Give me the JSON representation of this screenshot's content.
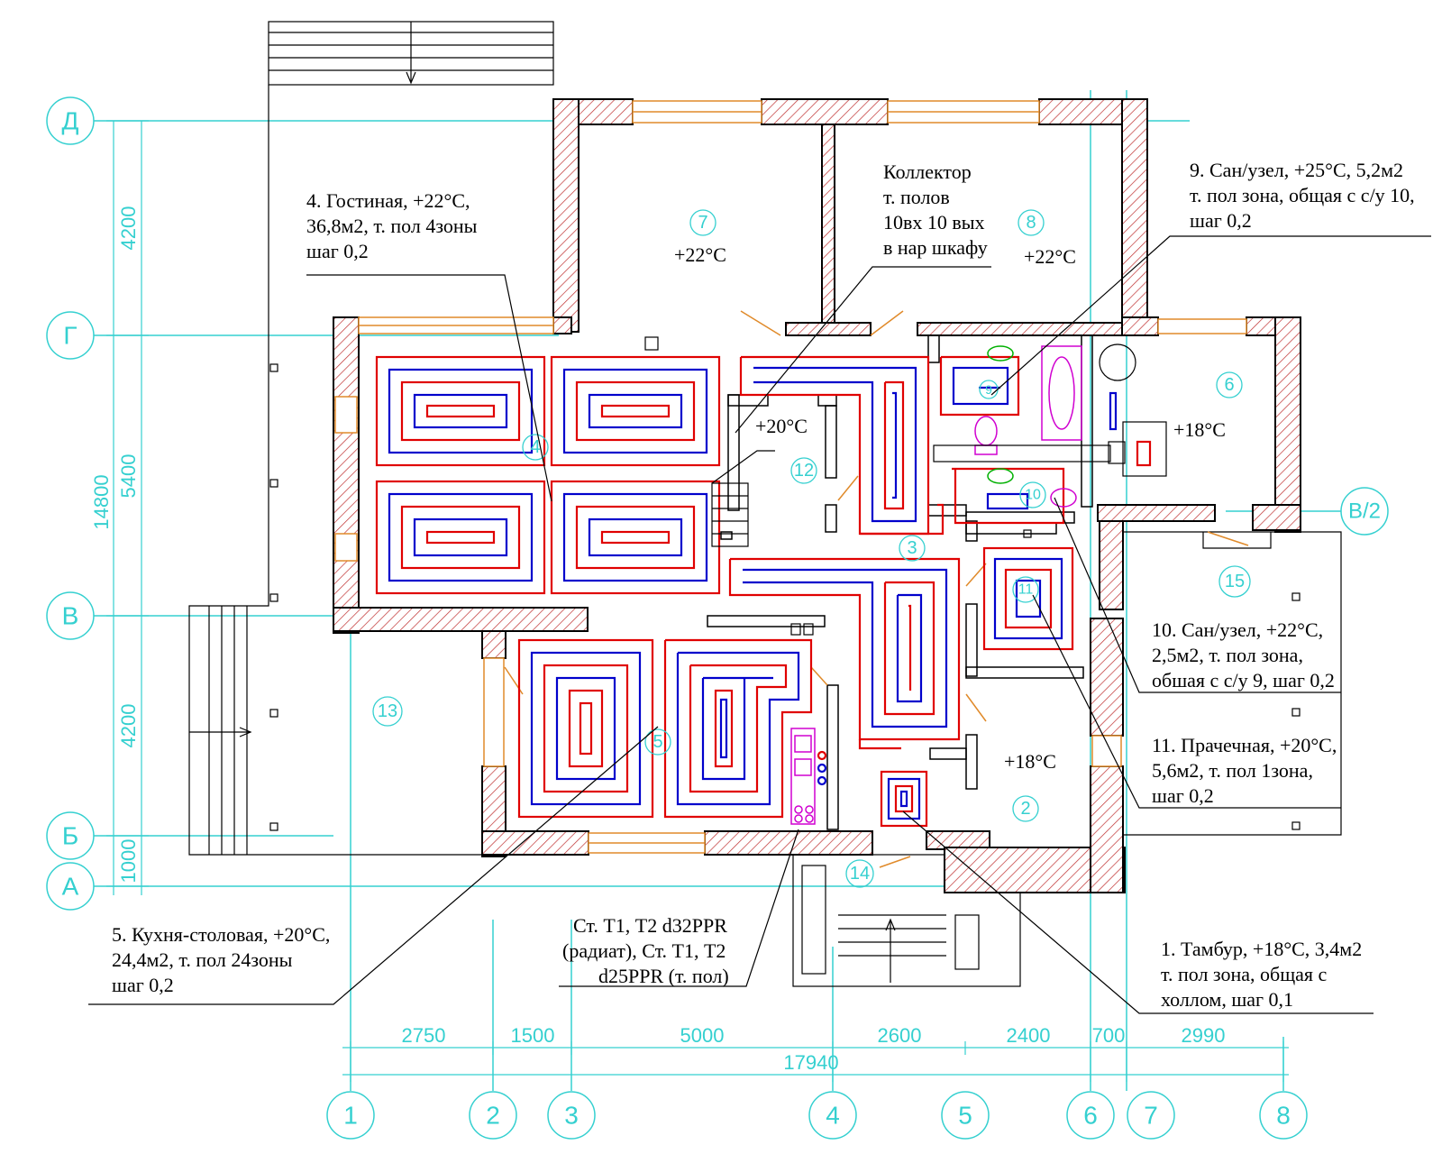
{
  "axes_rows": [
    "Д",
    "Г",
    "В",
    "Б",
    "А",
    "В/2"
  ],
  "axes_cols": [
    "1",
    "2",
    "3",
    "4",
    "5",
    "6",
    "7",
    "8"
  ],
  "dims_left": [
    "4200",
    "5400",
    "4200",
    "1000",
    "14800"
  ],
  "dims_bottom": [
    "2750",
    "1500",
    "5000",
    "2600",
    "2400",
    "700",
    "2990"
  ],
  "dim_total": "17940",
  "rooms": {
    "r7": {
      "num": "7",
      "temp": "+22°C"
    },
    "r8": {
      "num": "8",
      "temp": "+22°C"
    },
    "r6": {
      "num": "6",
      "temp": "+18°C"
    },
    "r12": {
      "num": "12",
      "temp": "+20°C"
    },
    "r2": {
      "num": "2",
      "temp": "+18°C"
    },
    "r3": {
      "num": "3"
    },
    "r4": {
      "num": "4"
    },
    "r5": {
      "num": "5"
    },
    "r9": {
      "num": "9"
    },
    "r10": {
      "num": "10"
    },
    "r11": {
      "num": "11"
    },
    "r13": {
      "num": "13"
    },
    "r14": {
      "num": "14"
    },
    "r15": {
      "num": "15"
    }
  },
  "notes": {
    "n4": [
      "4. Гостиная, +22°С,",
      "36,8м2, т. пол 4зоны",
      "шаг 0,2"
    ],
    "collector": [
      "Коллектор",
      "т. полов",
      "10вх 10 вых",
      "в нар шкафу"
    ],
    "n9": [
      "9. Сан/узел, +25°С, 5,2м2",
      "т. пол зона, общая с с/у 10,",
      "шаг 0,2"
    ],
    "n10": [
      "10. Сан/узел, +22°С,",
      "2,5м2, т. пол зона,",
      "обшая с с/у 9, шаг 0,2"
    ],
    "n11": [
      "11. Прачечная, +20°С,",
      "5,6м2, т. пол 1зона,",
      "шаг 0,2"
    ],
    "n5": [
      "5. Кухня-столовая, +20°С,",
      "24,4м2, т. пол 24зоны",
      "шаг 0,2"
    ],
    "risers": [
      "Ст. Т1, Т2 d32PPR",
      "(радиат), Ст. Т1, Т2",
      "d25PPR (т. пол)"
    ],
    "n1": [
      "1. Тамбур, +18°С, 3,4м2",
      "т. пол зона, общая с",
      "холлом, шаг 0,1"
    ]
  },
  "colors": {
    "axis": "#35d0d0",
    "supply": "#e00000",
    "return": "#0000cc",
    "door": "#e08a2a",
    "fixture": "#d000d0"
  }
}
